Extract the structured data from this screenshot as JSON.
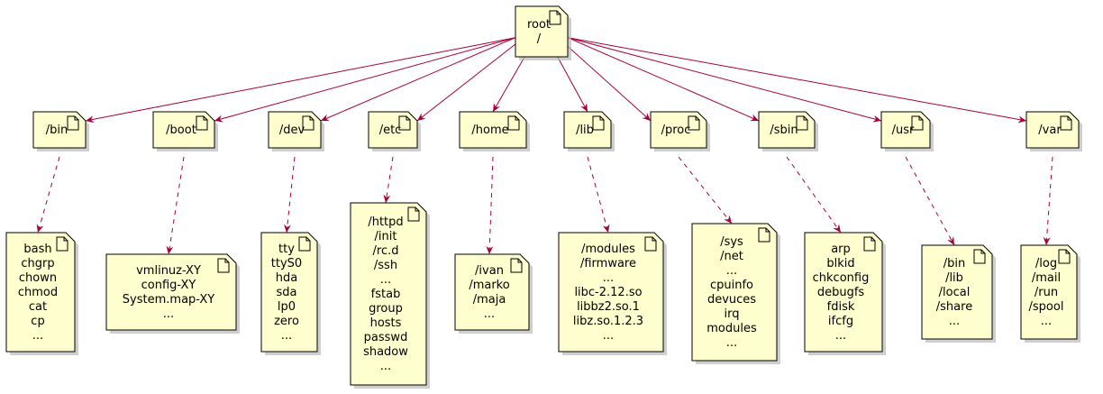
{
  "colors": {
    "node_fill": "#FEFECE",
    "node_border": "#000000",
    "edge": "#A80036",
    "shadow": "#BBBBBB"
  },
  "root": {
    "lines": [
      "root",
      "/"
    ]
  },
  "dirs": [
    {
      "id": "bin",
      "label": "/bin",
      "contents": [
        "bash",
        "chgrp",
        "chown",
        "chmod",
        "cat",
        "cp",
        "..."
      ]
    },
    {
      "id": "boot",
      "label": "/boot",
      "contents": [
        "vmlinuz-XY",
        "config-XY",
        "System.map-XY",
        "..."
      ]
    },
    {
      "id": "dev",
      "label": "/dev",
      "contents": [
        "tty",
        "ttyS0",
        "hda",
        "sda",
        "lp0",
        "zero",
        "..."
      ]
    },
    {
      "id": "etc",
      "label": "/etc",
      "contents": [
        "/httpd",
        "/init",
        "/rc.d",
        "/ssh",
        "...",
        "fstab",
        "group",
        "hosts",
        "passwd",
        "shadow",
        "..."
      ]
    },
    {
      "id": "home",
      "label": "/home",
      "contents": [
        "/ivan",
        "/marko",
        "/maja",
        "..."
      ]
    },
    {
      "id": "lib",
      "label": "/lib",
      "contents": [
        "/modules",
        "/firmware",
        "...",
        "libc-2.12.so",
        "libbz2.so.1",
        "libz.so.1.2.3",
        "..."
      ]
    },
    {
      "id": "proc",
      "label": "/proc",
      "contents": [
        "/sys",
        "/net",
        "...",
        "cpuinfo",
        "devuces",
        "irq",
        "modules",
        "..."
      ]
    },
    {
      "id": "sbin",
      "label": "/sbin",
      "contents": [
        "arp",
        "blkid",
        "chkconfig",
        "debugfs",
        "fdisk",
        "ifcfg",
        "..."
      ]
    },
    {
      "id": "usr",
      "label": "/usr",
      "contents": [
        "/bin",
        "/lib",
        "/local",
        "/share",
        "..."
      ]
    },
    {
      "id": "var",
      "label": "/var",
      "contents": [
        "/log",
        "/mail",
        "/run",
        "/spool",
        "..."
      ]
    }
  ]
}
